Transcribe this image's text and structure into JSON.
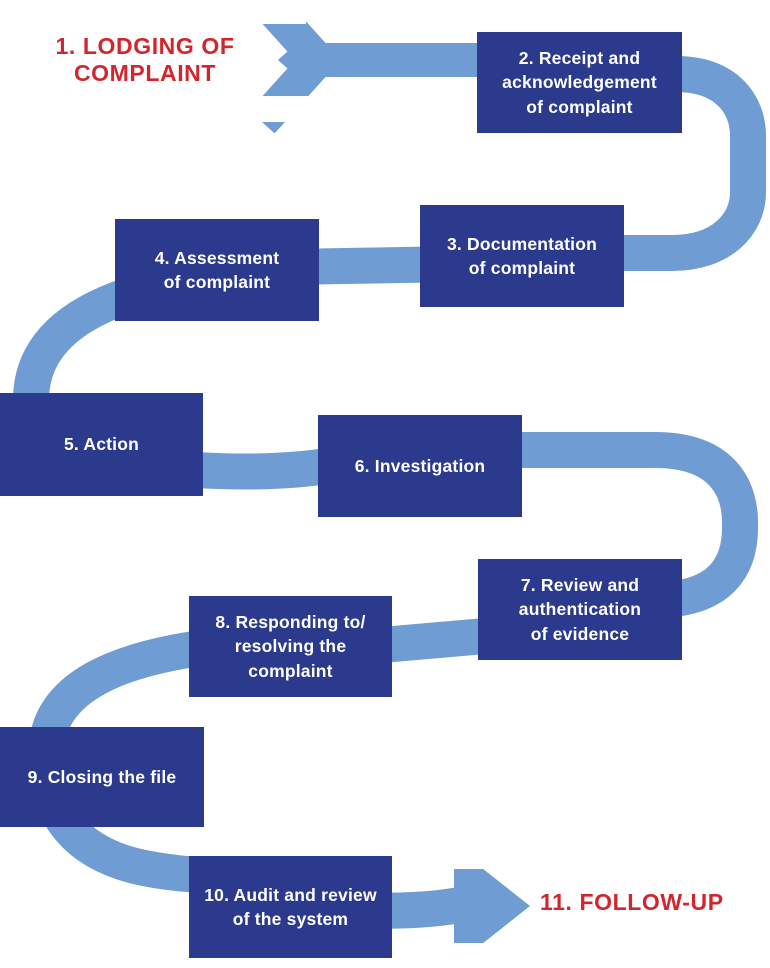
{
  "palette": {
    "background": "#ffffff",
    "box_fill": "#2b3a8d",
    "box_text": "#ffffff",
    "path_blue": "#6f9cd3",
    "accent_red": "#d2262e"
  },
  "flow": {
    "start_label": "1. LODGING OF\nCOMPLAINT",
    "end_label": "11. FOLLOW-UP",
    "steps": [
      {
        "id": "2",
        "text": "2. Receipt and\nacknowledgement\nof complaint"
      },
      {
        "id": "3",
        "text": "3. Documentation\nof complaint"
      },
      {
        "id": "4",
        "text": "4. Assessment\nof complaint"
      },
      {
        "id": "5",
        "text": "5. Action"
      },
      {
        "id": "6",
        "text": "6. Investigation"
      },
      {
        "id": "7",
        "text": "7. Review and\nauthentication\nof evidence"
      },
      {
        "id": "8",
        "text": "8. Responding to/\nresolving the\ncomplaint"
      },
      {
        "id": "9",
        "text": "9. Closing the file"
      },
      {
        "id": "10",
        "text": "10. Audit and review\nof the system"
      }
    ]
  }
}
